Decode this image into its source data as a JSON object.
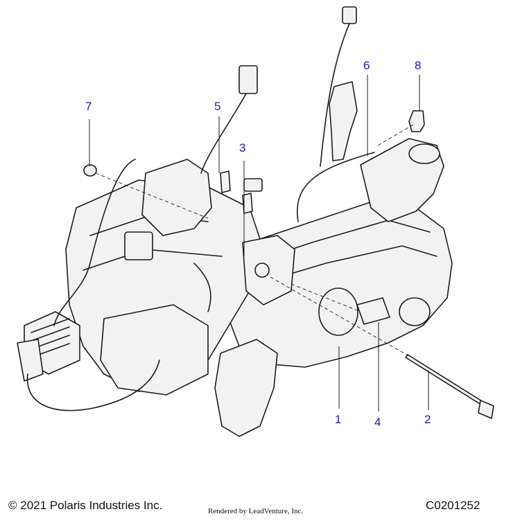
{
  "callouts": {
    "c1": "1",
    "c2": "2",
    "c3": "3",
    "c4": "4",
    "c5": "5",
    "c6": "6",
    "c7": "7",
    "c8": "8"
  },
  "footer": {
    "copyright": "© 2021 Polaris Industries Inc.",
    "rendered_by": "Rendered by LeadVenture, Inc.",
    "diagram_code": "C0201252"
  },
  "colors": {
    "callout": "#1a1ab0",
    "line_art": "#1c1c1c",
    "part_fill": "#f2f2f2"
  }
}
